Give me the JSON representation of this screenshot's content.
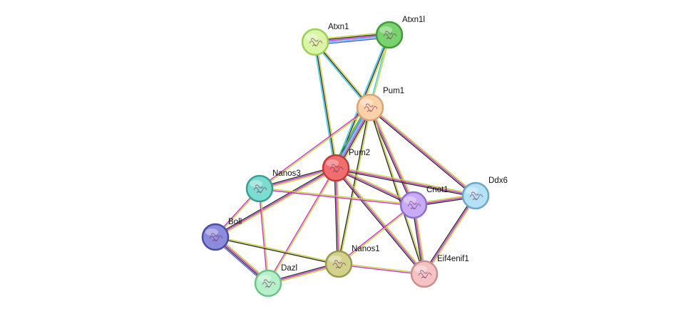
{
  "network": {
    "edge_colors": {
      "text_mining": "#c8d23c",
      "coexpression": "#2b2b2b",
      "experiments": "#c832c8",
      "databases": "#32c8e6",
      "homology": "#5a5adc",
      "neighborhood": "#2ab32a"
    },
    "nodes": [
      {
        "id": "Atxn1",
        "label": "Atxn1",
        "color": "#d9f5a5",
        "border": "#9ccf5a"
      },
      {
        "id": "Atxn1l",
        "label": "Atxn1l",
        "color": "#78d26e",
        "border": "#3f9a37"
      },
      {
        "id": "Pum1",
        "label": "Pum1",
        "color": "#fbd2a8",
        "border": "#d7a57a"
      },
      {
        "id": "Pum2",
        "label": "Pum2",
        "color": "#f06e6e",
        "border": "#c03c3c"
      },
      {
        "id": "Nanos3",
        "label": "Nanos3",
        "color": "#7ddcd0",
        "border": "#3a9e92"
      },
      {
        "id": "Cnot1",
        "label": "Cnot1",
        "color": "#c8aaf5",
        "border": "#8c6fcf"
      },
      {
        "id": "Ddx6",
        "label": "Ddx6",
        "color": "#b4e1f5",
        "border": "#6aa8c8"
      },
      {
        "id": "Boll",
        "label": "Boll",
        "color": "#8c8cdc",
        "border": "#4b4ba8"
      },
      {
        "id": "Nanos1",
        "label": "Nanos1",
        "color": "#d2d28c",
        "border": "#9a9a4e"
      },
      {
        "id": "Eif4enif1",
        "label": "Eif4enif1",
        "color": "#f5c3c3",
        "border": "#c98f8f"
      },
      {
        "id": "Dazl",
        "label": "Dazl",
        "color": "#b4f0c8",
        "border": "#6fc08a"
      }
    ],
    "edges": [
      {
        "source": "Atxn1",
        "target": "Atxn1l",
        "types": [
          "text_mining",
          "coexpression",
          "experiments",
          "databases",
          "homology"
        ]
      },
      {
        "source": "Atxn1",
        "target": "Pum1",
        "types": [
          "text_mining",
          "coexpression",
          "databases"
        ]
      },
      {
        "source": "Atxn1",
        "target": "Pum2",
        "types": [
          "text_mining",
          "coexpression",
          "databases"
        ]
      },
      {
        "source": "Atxn1l",
        "target": "Pum1",
        "types": [
          "text_mining",
          "databases"
        ]
      },
      {
        "source": "Atxn1l",
        "target": "Pum2",
        "types": [
          "text_mining",
          "coexpression",
          "databases"
        ]
      },
      {
        "source": "Pum1",
        "target": "Pum2",
        "types": [
          "text_mining",
          "coexpression",
          "experiments",
          "databases",
          "homology",
          "neighborhood"
        ]
      },
      {
        "source": "Pum1",
        "target": "Nanos3",
        "types": [
          "text_mining",
          "experiments"
        ]
      },
      {
        "source": "Pum1",
        "target": "Cnot1",
        "types": [
          "text_mining",
          "experiments",
          "coexpression"
        ]
      },
      {
        "source": "Pum1",
        "target": "Ddx6",
        "types": [
          "text_mining",
          "experiments",
          "coexpression"
        ]
      },
      {
        "source": "Pum1",
        "target": "Nanos1",
        "types": [
          "text_mining",
          "coexpression"
        ]
      },
      {
        "source": "Pum1",
        "target": "Eif4enif1",
        "types": [
          "text_mining",
          "coexpression"
        ]
      },
      {
        "source": "Pum2",
        "target": "Nanos3",
        "types": [
          "text_mining",
          "experiments",
          "coexpression"
        ]
      },
      {
        "source": "Pum2",
        "target": "Boll",
        "types": [
          "text_mining",
          "experiments",
          "coexpression"
        ]
      },
      {
        "source": "Pum2",
        "target": "Cnot1",
        "types": [
          "text_mining",
          "experiments",
          "coexpression"
        ]
      },
      {
        "source": "Pum2",
        "target": "Ddx6",
        "types": [
          "text_mining",
          "experiments",
          "coexpression"
        ]
      },
      {
        "source": "Pum2",
        "target": "Nanos1",
        "types": [
          "text_mining",
          "experiments",
          "coexpression"
        ]
      },
      {
        "source": "Pum2",
        "target": "Eif4enif1",
        "types": [
          "text_mining",
          "experiments",
          "coexpression"
        ]
      },
      {
        "source": "Pum2",
        "target": "Dazl",
        "types": [
          "text_mining",
          "experiments"
        ]
      },
      {
        "source": "Nanos3",
        "target": "Cnot1",
        "types": [
          "text_mining",
          "experiments"
        ]
      },
      {
        "source": "Nanos3",
        "target": "Boll",
        "types": [
          "text_mining",
          "experiments"
        ]
      },
      {
        "source": "Nanos3",
        "target": "Dazl",
        "types": [
          "text_mining",
          "experiments"
        ]
      },
      {
        "source": "Cnot1",
        "target": "Ddx6",
        "types": [
          "text_mining",
          "experiments",
          "coexpression"
        ]
      },
      {
        "source": "Cnot1",
        "target": "Nanos1",
        "types": [
          "text_mining",
          "experiments"
        ]
      },
      {
        "source": "Cnot1",
        "target": "Eif4enif1",
        "types": [
          "text_mining",
          "experiments",
          "coexpression"
        ]
      },
      {
        "source": "Ddx6",
        "target": "Eif4enif1",
        "types": [
          "text_mining",
          "experiments",
          "coexpression"
        ]
      },
      {
        "source": "Boll",
        "target": "Nanos1",
        "types": [
          "text_mining",
          "coexpression"
        ]
      },
      {
        "source": "Boll",
        "target": "Dazl",
        "types": [
          "text_mining",
          "experiments",
          "coexpression",
          "homology"
        ]
      },
      {
        "source": "Nanos1",
        "target": "Dazl",
        "types": [
          "text_mining",
          "experiments",
          "coexpression"
        ]
      },
      {
        "source": "Nanos1",
        "target": "Eif4enif1",
        "types": [
          "text_mining",
          "experiments"
        ]
      }
    ]
  }
}
